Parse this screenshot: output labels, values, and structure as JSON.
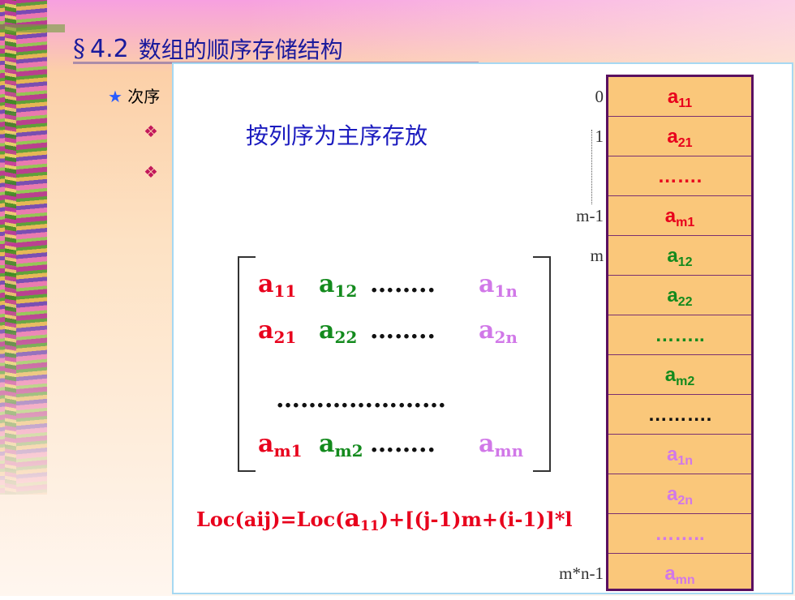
{
  "slide": {
    "section_symbol": "§",
    "title_num": "4.2",
    "title_text": "数组的顺序存储结构",
    "bullet_star": "★",
    "bullet_text": "次序",
    "bullet_marker": "❖"
  },
  "panel": {
    "heading": "按列序为主序存放",
    "matrix": {
      "rows": [
        [
          {
            "base": "a",
            "sub": "11",
            "color": "red"
          },
          {
            "base": "a",
            "sub": "12",
            "color": "green"
          },
          {
            "base": "……..",
            "sub": "",
            "color": "dots"
          },
          {
            "base": "a",
            "sub": "1n",
            "color": "violet"
          }
        ],
        [
          {
            "base": "a",
            "sub": "21",
            "color": "red"
          },
          {
            "base": "a",
            "sub": "22",
            "color": "green"
          },
          {
            "base": "……..",
            "sub": "",
            "color": "dots"
          },
          {
            "base": "a",
            "sub": "2n",
            "color": "violet"
          }
        ],
        [
          {
            "base": "…………………",
            "sub": "",
            "color": "dots"
          }
        ],
        [
          {
            "base": "a",
            "sub": "m1",
            "color": "red"
          },
          {
            "base": "a",
            "sub": "m2",
            "color": "green"
          },
          {
            "base": "……..",
            "sub": "",
            "color": "dots"
          },
          {
            "base": "a",
            "sub": "mn",
            "color": "violet"
          }
        ]
      ]
    },
    "formula": {
      "prefix": "Loc(aij)=Loc(",
      "a": "a",
      "sub": "11",
      "suffix": ")+[(j-1)m+(i-1)]*l"
    },
    "memory": {
      "cells": [
        {
          "base": "a",
          "sub": "11",
          "color": "#e8001c"
        },
        {
          "base": "a",
          "sub": "21",
          "color": "#e8001c"
        },
        {
          "base": "…….",
          "sub": "",
          "color": "#e8001c"
        },
        {
          "base": "a",
          "sub": "m1",
          "color": "#e8001c"
        },
        {
          "base": "a",
          "sub": "12",
          "color": "#138a1d"
        },
        {
          "base": "a",
          "sub": "22",
          "color": "#138a1d"
        },
        {
          "base": "……..",
          "sub": "",
          "color": "#138a1d"
        },
        {
          "base": "a",
          "sub": "m2",
          "color": "#138a1d"
        },
        {
          "base": "……….",
          "sub": "",
          "color": "#111111"
        },
        {
          "base": "a",
          "sub": "1n",
          "color": "#d178e8"
        },
        {
          "base": "a",
          "sub": "2n",
          "color": "#d178e8"
        },
        {
          "base": "……..",
          "sub": "",
          "color": "#d178e8"
        },
        {
          "base": "a",
          "sub": "mn",
          "color": "#d178e8"
        }
      ],
      "indices": [
        {
          "label": "0",
          "row": 0
        },
        {
          "label": "1",
          "row": 1
        },
        {
          "label": "m-1",
          "row": 3
        },
        {
          "label": "m",
          "row": 4
        },
        {
          "label": "m*n-1",
          "row": 12
        }
      ]
    },
    "colors": {
      "red": "#e8001c",
      "green": "#138a1d",
      "violet": "#d178e8",
      "heading": "#1b1bbf",
      "memory_bg": "#fac77a",
      "memory_border": "#5a1060"
    }
  }
}
